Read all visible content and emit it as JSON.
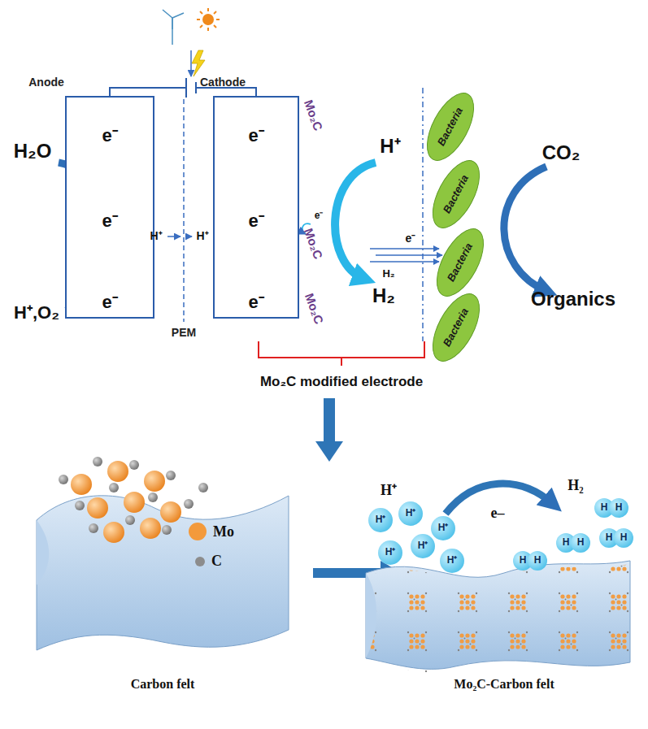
{
  "diagram": {
    "nodes": [
      {
        "text": [
          "Anode",
          "e⁻",
          "e⁻",
          "e⁻"
        ]
      },
      {
        "text": [
          "Cathode",
          "e⁻",
          "e⁻",
          "e⁻"
        ]
      },
      {
        "text": [
          "Bacteria"
        ]
      },
      {
        "text": [
          "Bacteria"
        ]
      },
      {
        "text": [
          "Bacteria"
        ]
      },
      {
        "text": [
          "Bacteria"
        ]
      },
      {
        "text": [
          "H⁺"
        ]
      },
      {
        "text": [
          "H⁺"
        ]
      },
      {
        "text": [
          "H⁺"
        ]
      },
      {
        "text": [
          "H⁺"
        ]
      },
      {
        "text": [
          "H⁺"
        ]
      },
      {
        "text": [
          "H⁺"
        ]
      },
      {
        "text": [
          "H",
          "H"
        ]
      },
      {
        "text": [
          "H",
          "H"
        ]
      },
      {
        "text": [
          "H",
          "H"
        ]
      },
      {
        "text": [
          "H",
          "H"
        ]
      }
    ],
    "edges": [
      {
        "from": 0,
        "to": 1,
        "arrow": "none"
      }
    ],
    "labels": [
      "H₂O",
      "H⁺,O₂",
      "H⁺",
      "H⁺",
      "PEM",
      "Mo₂C",
      "Mo₂C",
      "Mo₂C",
      "e⁻",
      "H⁺",
      "H₂",
      "e⁻",
      "H₂",
      "CO₂",
      "Organics",
      "Mo₂C modified electrode",
      "H⁺",
      "H₂",
      "e–",
      "Carbon felt",
      "Mo₂C-Carbon felt"
    ],
    "legend": [
      {
        "text": "Mo",
        "color": "#f39a3c"
      },
      {
        "text": "C",
        "color": "#8c8c8c"
      }
    ]
  }
}
